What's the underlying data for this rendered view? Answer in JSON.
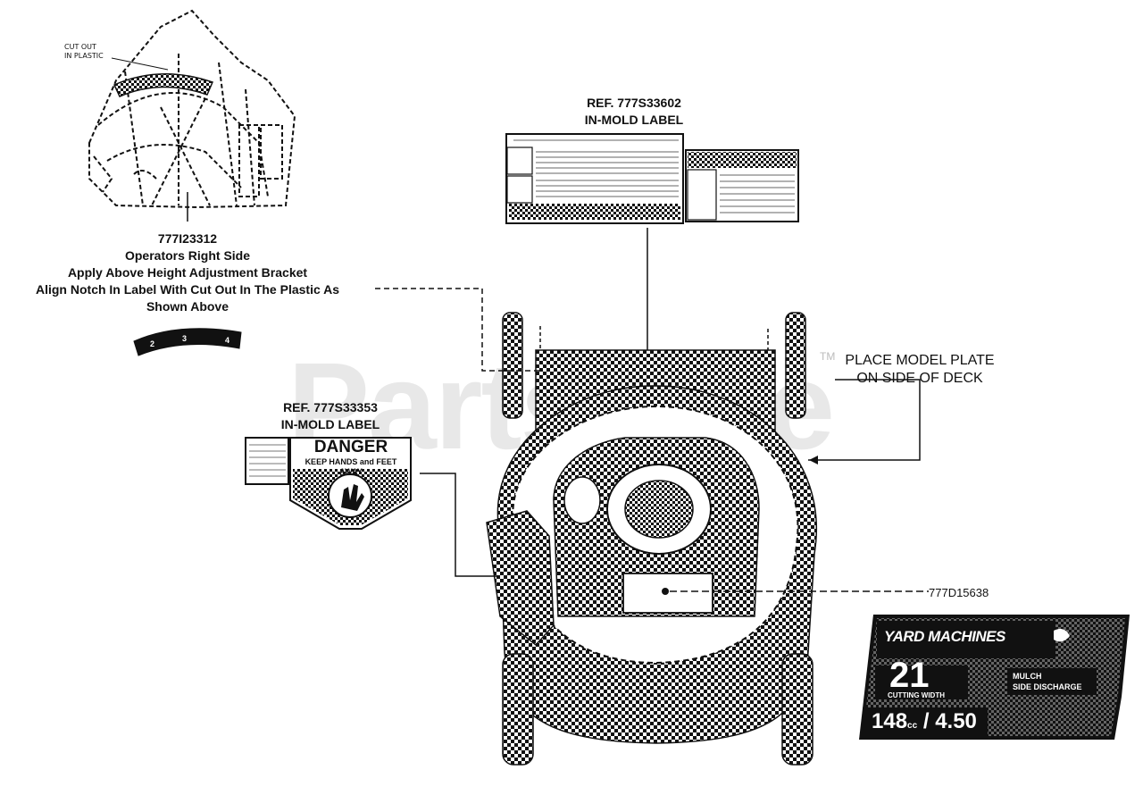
{
  "callouts": {
    "cutout_line1": "CUT OUT",
    "cutout_line2": "IN PLASTIC",
    "part_777i23312": {
      "number": "777I23312",
      "line1": "Operators Right Side",
      "line2": "Apply Above Height Adjustment Bracket",
      "line3": "Align Notch In Label With Cut Out In The Plastic As",
      "line4": "Shown Above"
    },
    "ref_777s33602": {
      "ref": "REF. 777S33602",
      "type": "IN-MOLD LABEL"
    },
    "ref_777s33353": {
      "ref": "REF. 777S33353",
      "type": "IN-MOLD LABEL"
    },
    "model_plate": {
      "line1": "PLACE MODEL PLATE",
      "line2": "ON SIDE OF DECK"
    },
    "part_777d15638": "777D15638"
  },
  "height_strip": {
    "numbers": [
      "2",
      "3",
      "4"
    ]
  },
  "danger_label": {
    "title": "DANGER",
    "subtitle": "KEEP HANDS and FEET AWAY"
  },
  "brand_plate": {
    "brand": "YARD MACHINES",
    "width": "21",
    "cutting_width": "CUTTING WIDTH",
    "discharge_line1": "MULCH",
    "discharge_line2": "SIDE DISCHARGE",
    "cc": "148",
    "cc_unit": "cc",
    "torque": "4.50"
  },
  "watermark": "PartsTree",
  "trademark": "TM",
  "colors": {
    "ink": "#111111",
    "paper": "#ffffff"
  }
}
